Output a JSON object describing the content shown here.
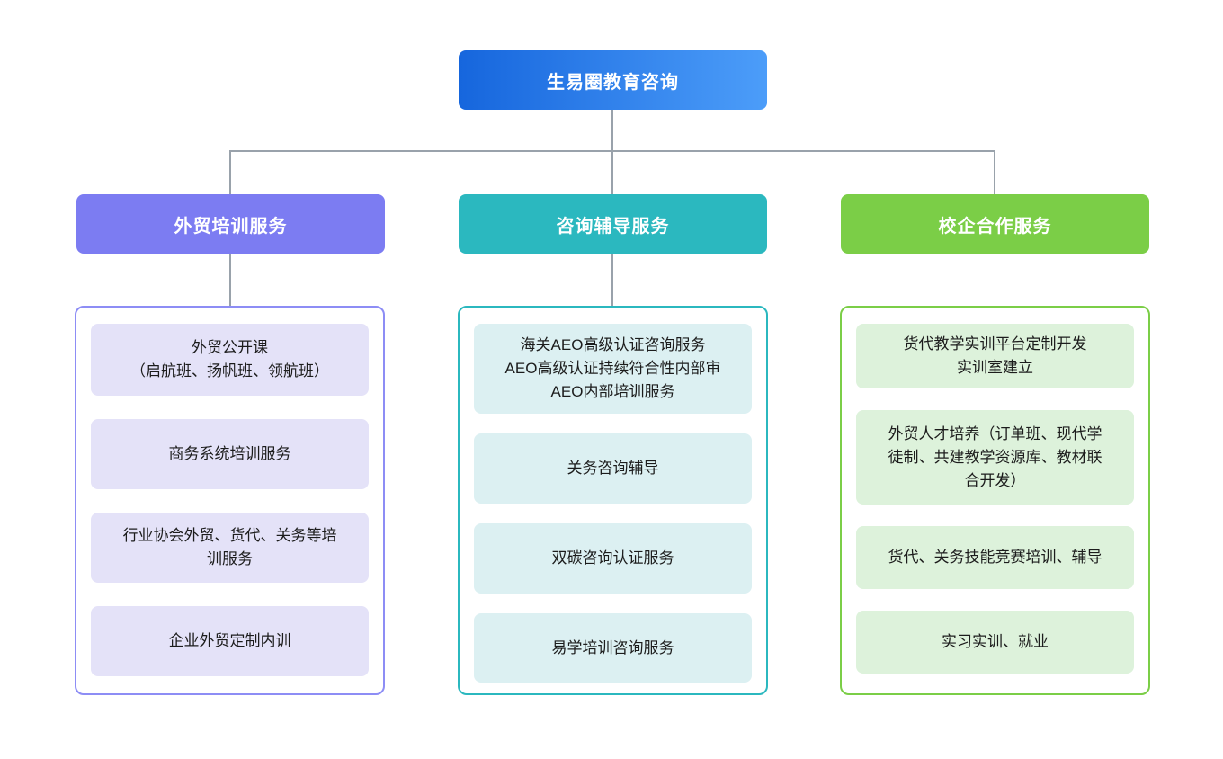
{
  "diagram": {
    "root": {
      "label": "生易圈教育咨询",
      "gradient_from": "#1666dd",
      "gradient_to": "#4c9df9",
      "text_color": "#ffffff"
    },
    "connector_color": "#99a2ab",
    "background": "#ffffff",
    "columns": [
      {
        "title": "外贸培训服务",
        "colors": {
          "header": "#7c7cf2",
          "border": "#8d8df5",
          "item_bg": "#e4e2f8"
        },
        "items": [
          {
            "lines": [
              "外贸公开课",
              "（启航班、扬帆班、领航班）"
            ]
          },
          {
            "lines": [
              "商务系统培训服务"
            ]
          },
          {
            "lines": [
              "行业协会外贸、货代、关务等培",
              "训服务"
            ]
          },
          {
            "lines": [
              "企业外贸定制内训"
            ]
          }
        ]
      },
      {
        "title": "咨询辅导服务",
        "colors": {
          "header": "#2bb8bf",
          "border": "#2bb8bf",
          "item_bg": "#dcf0f2"
        },
        "items": [
          {
            "lines": [
              "海关AEO高级认证咨询服务",
              "AEO高级认证持续符合性内部审",
              "AEO内部培训服务"
            ]
          },
          {
            "lines": [
              "关务咨询辅导"
            ]
          },
          {
            "lines": [
              "双碳咨询认证服务"
            ]
          },
          {
            "lines": [
              "易学培训咨询服务"
            ]
          }
        ]
      },
      {
        "title": "校企合作服务",
        "colors": {
          "header": "#7bce47",
          "border": "#7bce47",
          "item_bg": "#ddf2db"
        },
        "items": [
          {
            "lines": [
              "货代教学实训平台定制开发",
              "实训室建立"
            ]
          },
          {
            "lines": [
              "外贸人才培养（订单班、现代学",
              "徒制、共建教学资源库、教材联",
              "合开发）"
            ]
          },
          {
            "lines": [
              "货代、关务技能竞赛培训、辅导"
            ]
          },
          {
            "lines": [
              "实习实训、就业"
            ]
          }
        ]
      }
    ]
  }
}
